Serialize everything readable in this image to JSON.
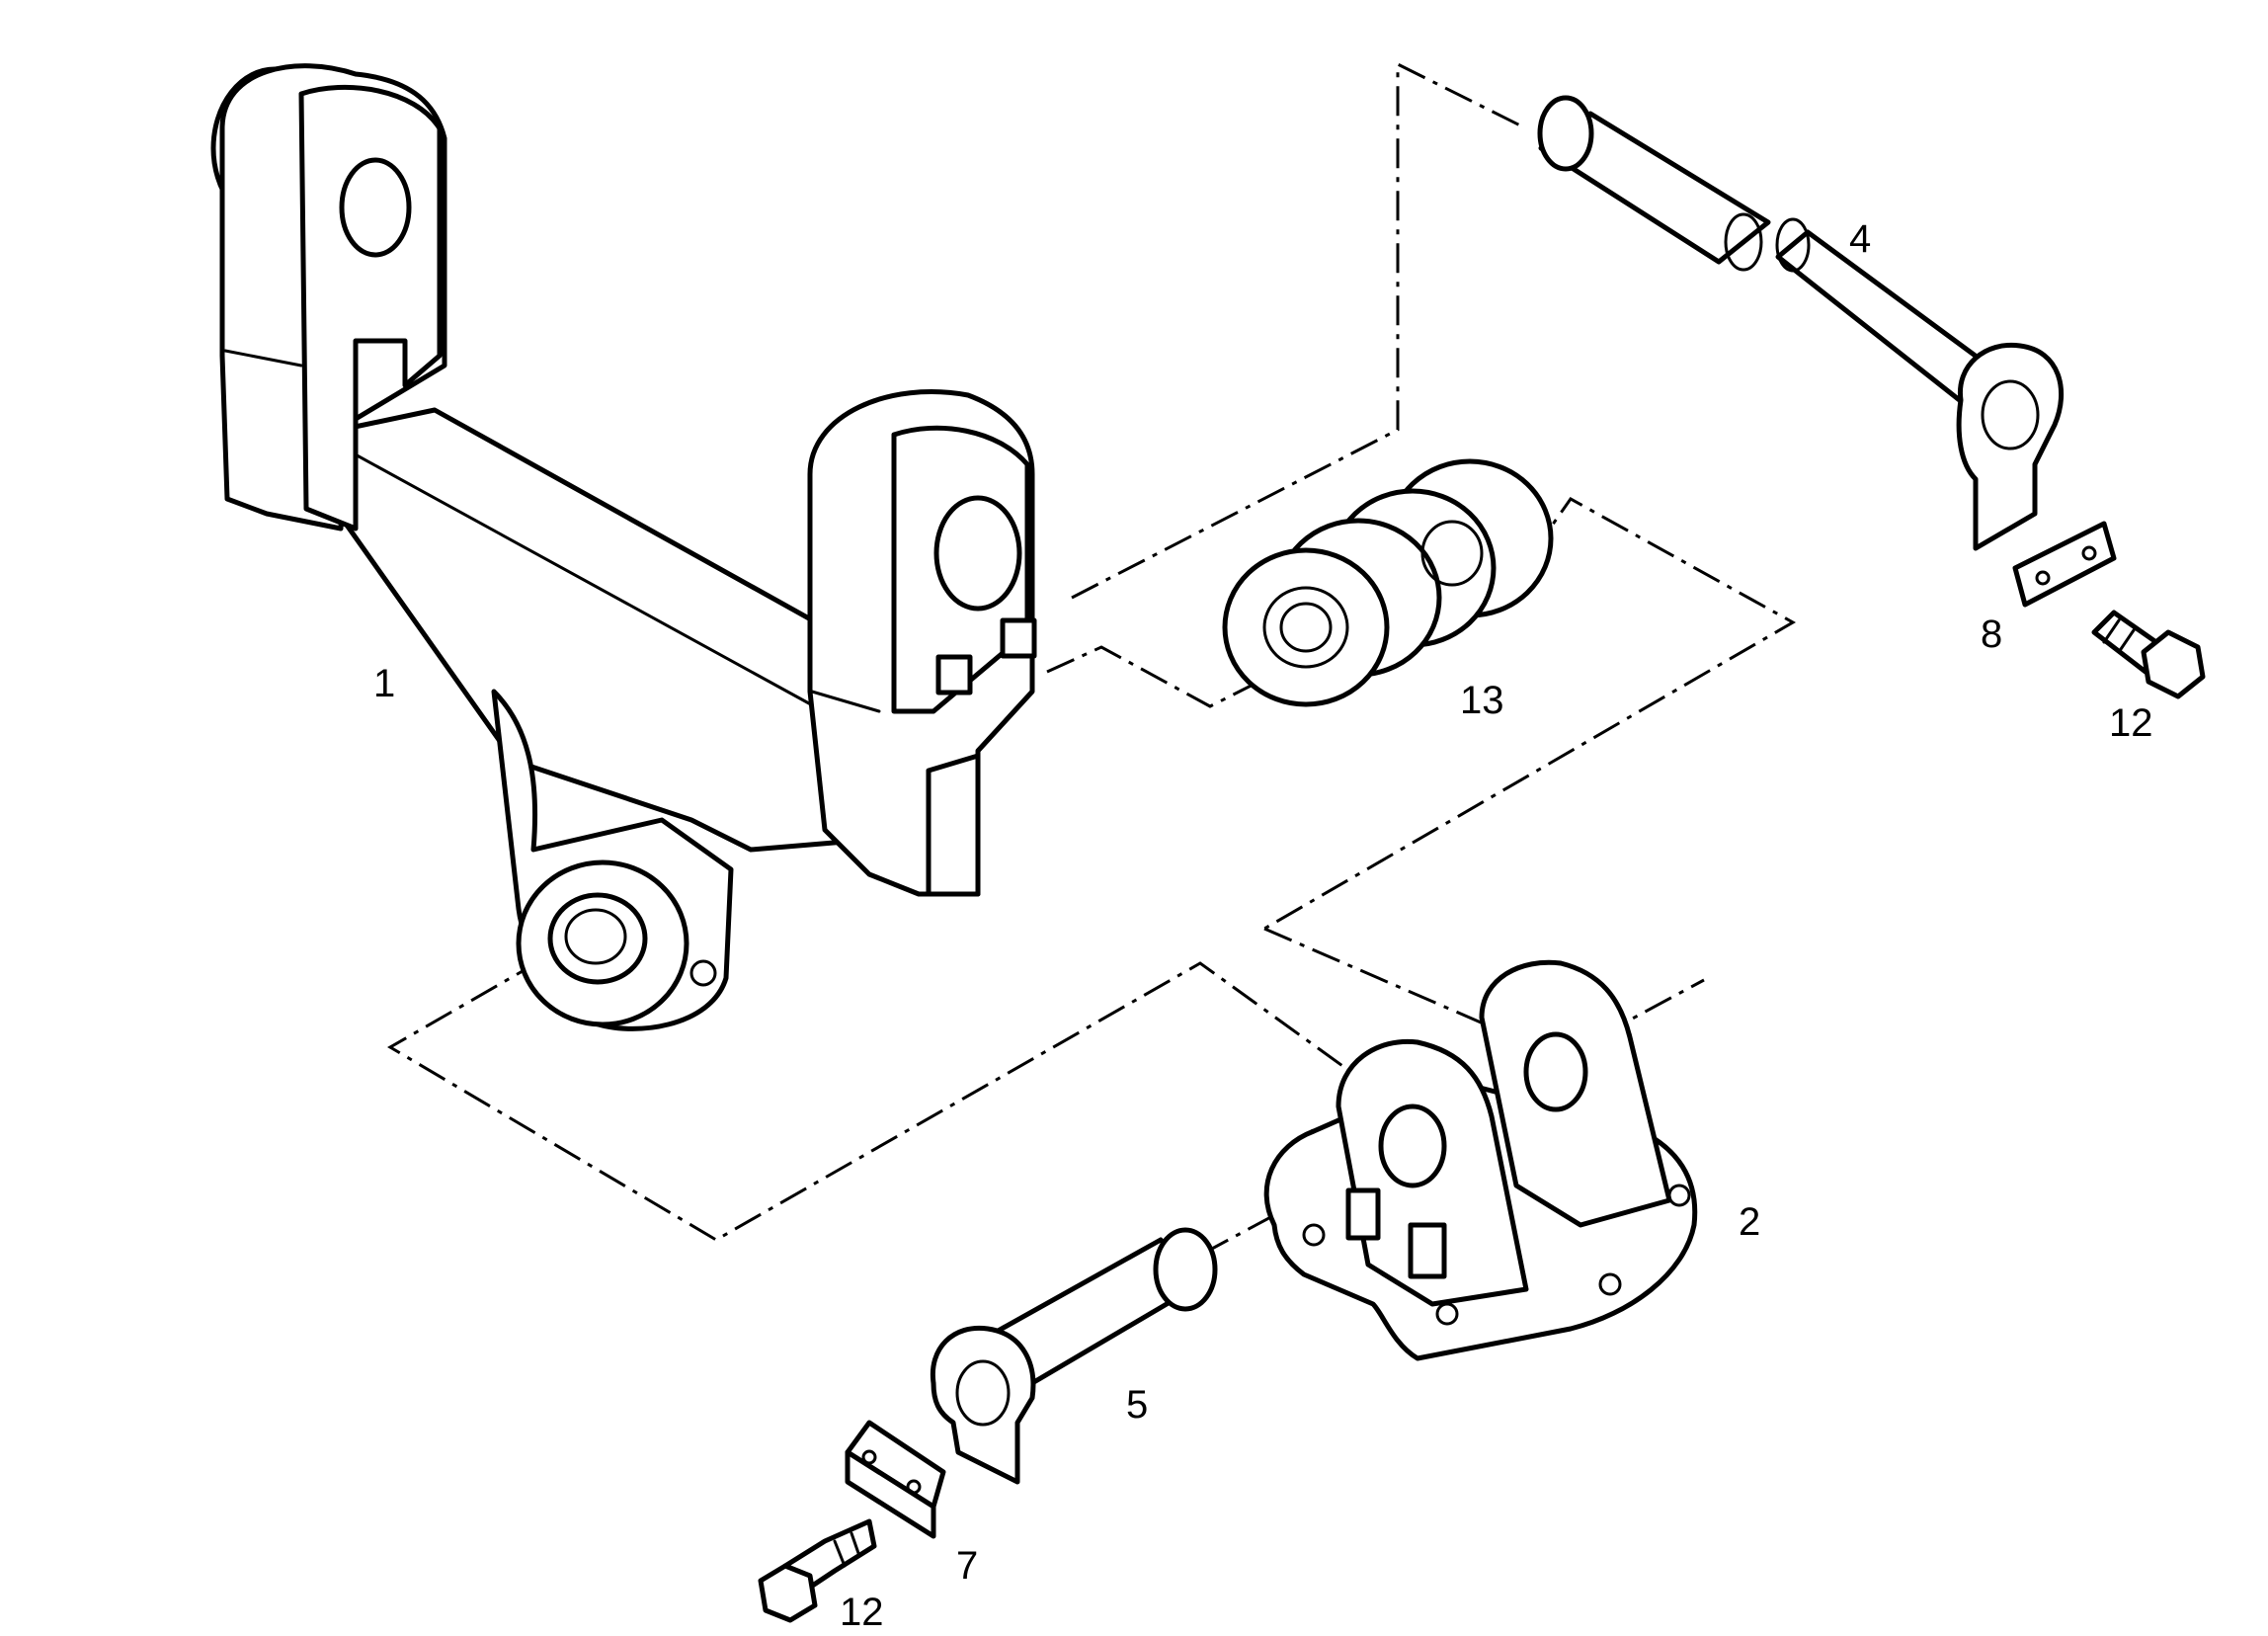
{
  "diagram": {
    "kind": "exploded-parts-view",
    "callouts": {
      "p1": "1",
      "p2": "2",
      "p4": "4",
      "p5": "5",
      "p7": "7",
      "p8": "8",
      "p12a": "12",
      "p12b": "12",
      "p13": "13"
    }
  }
}
